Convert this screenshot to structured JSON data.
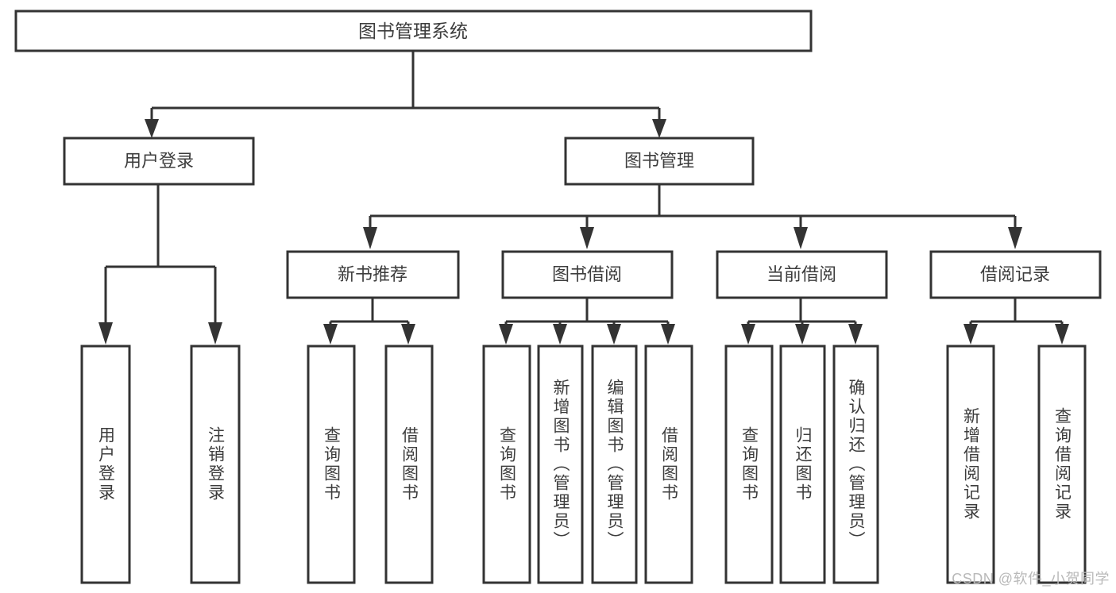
{
  "diagram": {
    "type": "tree-hierarchy",
    "title": "图书管理系统",
    "watermark": "CSDN @软件_小贺同学",
    "colors": {
      "stroke": "#333333",
      "box_fill": "#ffffff",
      "text": "#3d3d3d",
      "background": "#ffffff",
      "watermark": "#b9b9b9"
    },
    "root": {
      "label": "图书管理系统"
    },
    "level2": [
      {
        "label": "用户登录"
      },
      {
        "label": "图书管理"
      }
    ],
    "level3": [
      {
        "label": "新书推荐"
      },
      {
        "label": "图书借阅"
      },
      {
        "label": "当前借阅"
      },
      {
        "label": "借阅记录"
      }
    ],
    "groups": [
      {
        "parent": "用户登录",
        "leaves": [
          {
            "label": "用户登录"
          },
          {
            "label": "注销登录"
          }
        ]
      },
      {
        "parent": "新书推荐",
        "leaves": [
          {
            "label": "查询图书"
          },
          {
            "label": "借阅图书"
          }
        ]
      },
      {
        "parent": "图书借阅",
        "leaves": [
          {
            "label": "查询图书"
          },
          {
            "label": "新增图书（管理员）"
          },
          {
            "label": "编辑图书（管理员）"
          },
          {
            "label": "借阅图书"
          }
        ]
      },
      {
        "parent": "当前借阅",
        "leaves": [
          {
            "label": "查询图书"
          },
          {
            "label": "归还图书"
          },
          {
            "label": "确认归还（管理员）"
          }
        ]
      },
      {
        "parent": "借阅记录",
        "leaves": [
          {
            "label": "新增借阅记录"
          },
          {
            "label": "查询借阅记录"
          }
        ]
      }
    ]
  }
}
